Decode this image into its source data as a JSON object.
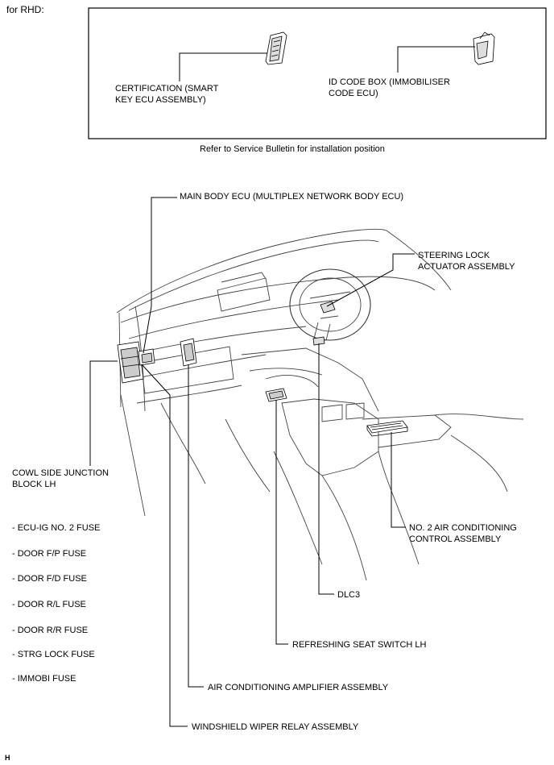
{
  "header": {
    "variant_label": "for RHD:",
    "inset_note": "Refer to Service Bulletin for installation position"
  },
  "inset": {
    "certification_label": "CERTIFICATION (SMART\nKEY ECU ASSEMBLY)",
    "id_code_box_label": "ID CODE BOX (IMMOBILISER\nCODE ECU)"
  },
  "callouts": {
    "main_body_ecu": "MAIN BODY ECU (MULTIPLEX NETWORK BODY ECU)",
    "steering_lock": "STEERING LOCK\nACTUATOR ASSEMBLY",
    "cowl_side": "COWL SIDE JUNCTION\nBLOCK LH",
    "ac_control": "NO. 2 AIR CONDITIONING\nCONTROL ASSEMBLY",
    "dlc3": "DLC3",
    "refreshing_seat": "REFRESHING SEAT SWITCH LH",
    "ac_amplifier": "AIR CONDITIONING AMPLIFIER ASSEMBLY",
    "wiper_relay": "WINDSHIELD WIPER RELAY ASSEMBLY"
  },
  "fuses": [
    "- ECU-IG NO. 2 FUSE",
    "- DOOR F/P FUSE",
    "- DOOR F/D FUSE",
    "- DOOR R/L FUSE",
    "- DOOR R/R FUSE",
    "- STRG LOCK FUSE",
    "- IMMOBI FUSE"
  ],
  "footer": {
    "mark": "H"
  }
}
